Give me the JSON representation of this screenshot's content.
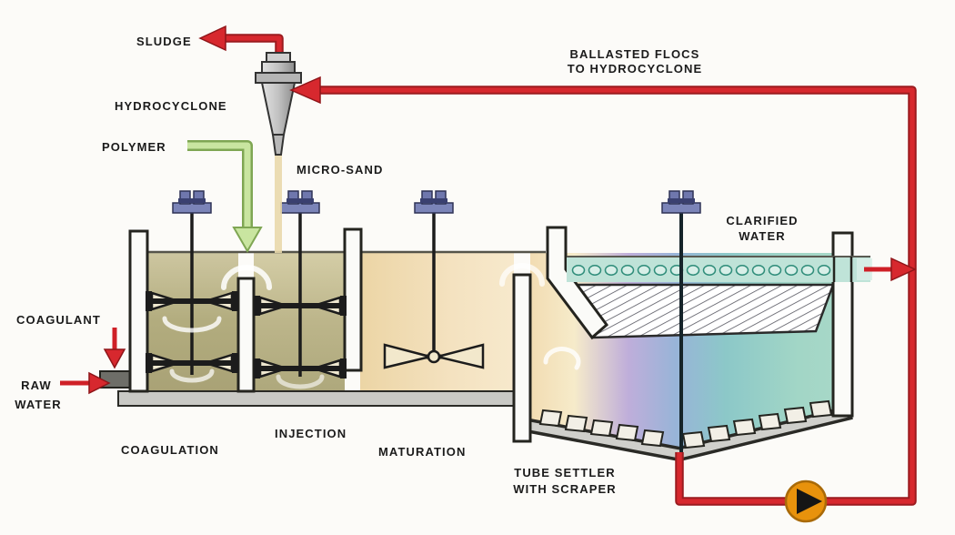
{
  "labels": {
    "sludge": "SLUDGE",
    "hydrocyclone": "HYDROCYCLONE",
    "polymer": "POLYMER",
    "micro_sand": "MICRO-SAND",
    "ballasted_line1": "BALLASTED FLOCS",
    "ballasted_line2": "TO HYDROCYCLONE",
    "clarified_line1": "CLARIFIED",
    "clarified_line2": "WATER",
    "coagulant": "COAGULANT",
    "raw_line1": "RAW",
    "raw_line2": "WATER",
    "coagulation": "COAGULATION",
    "injection": "INJECTION",
    "maturation": "MATURATION",
    "settler_line1": "TUBE SETTLER",
    "settler_line2": "WITH SCRAPER"
  },
  "colors": {
    "red": "#d7282e",
    "red_dark": "#9b1b1f",
    "polymer_green": "#c9e5a0",
    "polymer_green_dark": "#7fa653",
    "coagulation_water": "#b2ac7e",
    "maturation_water": "#f2dcae",
    "clarified_teal": "#bfe3d8",
    "settler_purple": "#b0a0d0",
    "settler_teal": "#9ad2c4",
    "motor_blue": "#6f77ad",
    "pump_orange": "#e8920c",
    "metal_gray": "#b5b5b5",
    "wall_outline": "#24241f"
  }
}
